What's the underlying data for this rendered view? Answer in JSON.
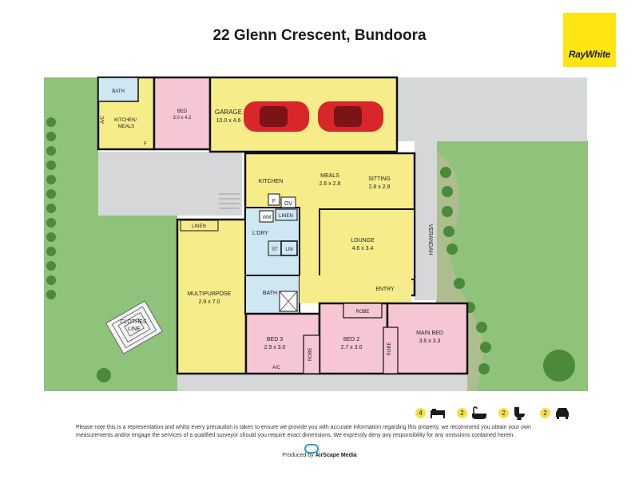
{
  "title": "22 Glenn Crescent, Bundoora",
  "brand": {
    "logo_text": "RayWhite",
    "color": "#ffe512"
  },
  "colors": {
    "living": "#f7ec8a",
    "bedroom": "#f7c6d4",
    "wet_area": "#cfe6f3",
    "paving": "#d6d7d8",
    "lawn": "#8fc27a"
  },
  "rooms": {
    "bath_top": "BATH",
    "kitchen_meals_granny": "KITCHEN/\nMEALS",
    "ac_granny": "A/C",
    "f_granny": "F",
    "bed_granny": {
      "name": "BED",
      "size": "3.0 x 4.2"
    },
    "garage": {
      "name": "GARAGE",
      "size": "10.0 x 4.6"
    },
    "kitchen": "KITCHEN",
    "meals": {
      "name": "MEALS",
      "size": "2.6 x 2.8"
    },
    "sitting": {
      "name": "SITTING",
      "size": "2.8 x 2.9"
    },
    "f_fridge": "F",
    "ov": "OV",
    "wm": "WM",
    "linen_1": "LINEN",
    "linen_2": "LINEN",
    "laundry": "L'DRY",
    "st": "ST",
    "lin": "LIN",
    "lounge": {
      "name": "LOUNGE",
      "size": "4.6 x 3.4"
    },
    "verandah": "VERANDAH",
    "multipurpose": {
      "name": "MULTIPURPOSE",
      "size": "2.9 x 7.0"
    },
    "bath": "BATH",
    "entry": "ENTRY",
    "robe_1": "ROBE",
    "robe_2": "ROBE",
    "robe_3": "ROBE",
    "bed3": {
      "name": "BED 3",
      "size": "2.9 x 3.0"
    },
    "bed2": {
      "name": "BED 2",
      "size": "2.7 x 3.0"
    },
    "main_bed": {
      "name": "MAIN BED",
      "size": "3.6 x 3.3"
    },
    "ac": "A/C",
    "clothes_line": "CLOTHES\nLINE"
  },
  "features": [
    {
      "count": "4",
      "icon": "bed-icon"
    },
    {
      "count": "2",
      "icon": "bath-icon"
    },
    {
      "count": "2",
      "icon": "toilet-icon"
    },
    {
      "count": "2",
      "icon": "car-icon"
    }
  ],
  "disclaimer": "Please note this is a representation and whilst every precaution is taken to ensure we provide you with accurate information regarding this property, we recommend you obtain your own measurements and/or engage the services of a qualified surveyor should you require exact dimensions. We expressly deny any responsibility for any omissions contained herein.",
  "produced_by": {
    "prefix": "Produced by",
    "company": "AirScape Media"
  }
}
